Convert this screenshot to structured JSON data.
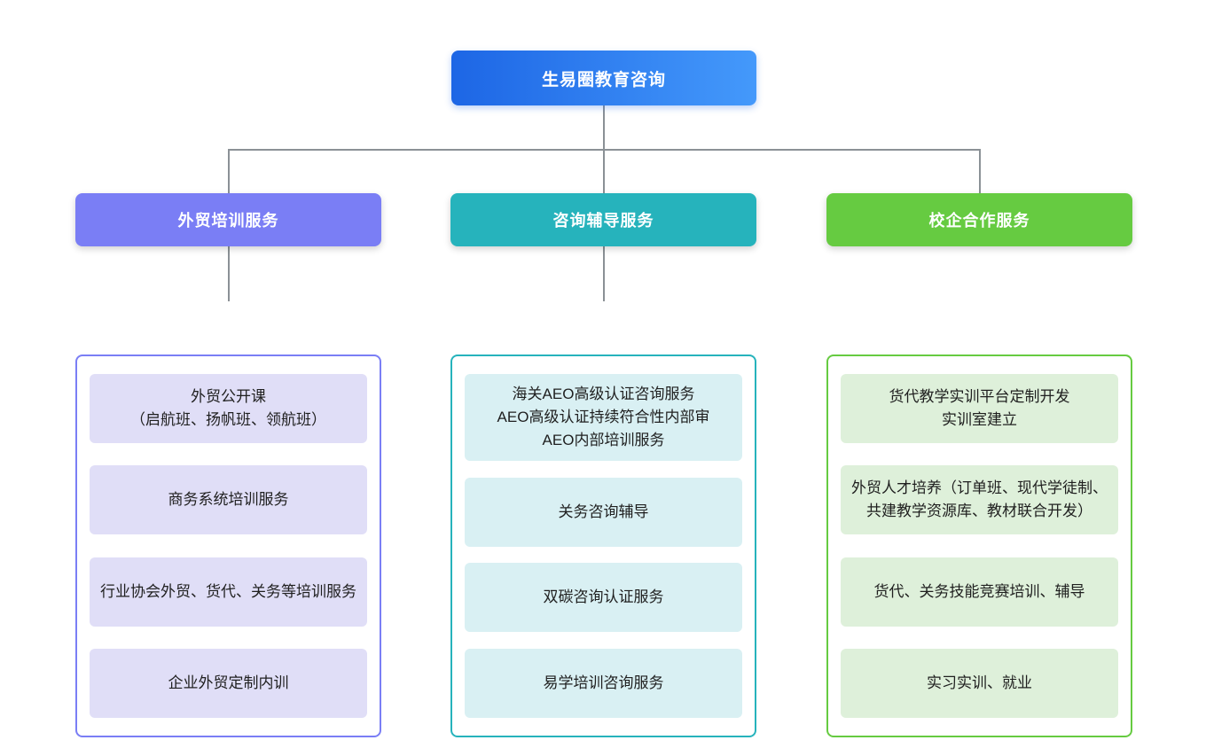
{
  "title": "生易圈教育咨询",
  "theme": {
    "root_gradient_start": "#1d66e5",
    "root_gradient_end": "#4499fb",
    "connector_color": "#8b9196"
  },
  "branches": [
    {
      "title": "外贸培训服务",
      "color": "#7a7ef5",
      "item_bg": "#e0def7",
      "items": [
        {
          "lines": [
            "外贸公开课",
            "（启航班、扬帆班、领航班）"
          ]
        },
        {
          "lines": [
            "商务系统培训服务"
          ]
        },
        {
          "lines": [
            "行业协会外贸、货代、关务等培训服务"
          ]
        },
        {
          "lines": [
            "企业外贸定制内训"
          ]
        }
      ]
    },
    {
      "title": "咨询辅导服务",
      "color": "#26b3bc",
      "item_bg": "#d9f0f3",
      "items": [
        {
          "lines": [
            "海关AEO高级认证咨询服务",
            "AEO高级认证持续符合性内部审",
            "AEO内部培训服务"
          ]
        },
        {
          "lines": [
            "关务咨询辅导"
          ]
        },
        {
          "lines": [
            "双碳咨询认证服务"
          ]
        },
        {
          "lines": [
            "易学培训咨询服务"
          ]
        }
      ]
    },
    {
      "title": "校企合作服务",
      "color": "#66cb41",
      "item_bg": "#def0da",
      "items": [
        {
          "lines": [
            "货代教学实训平台定制开发",
            "实训室建立"
          ]
        },
        {
          "lines": [
            "外贸人才培养（订单班、现代学徒制、共建教学资源库、教材联合开发）"
          ]
        },
        {
          "lines": [
            "货代、关务技能竞赛培训、辅导"
          ]
        },
        {
          "lines": [
            "实习实训、就业"
          ]
        }
      ]
    }
  ]
}
